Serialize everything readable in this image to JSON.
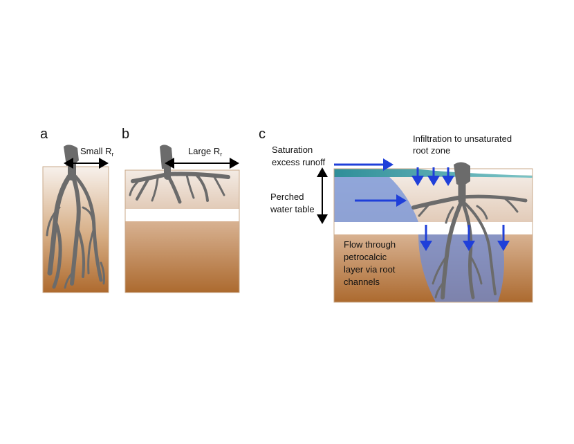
{
  "panels": {
    "a": {
      "letter": "a",
      "label_main": "Small R",
      "label_sub": "r"
    },
    "b": {
      "letter": "b",
      "label_main": "Large R",
      "label_sub": "r"
    },
    "c": {
      "letter": "c",
      "runoff_line1": "Saturation",
      "runoff_line2": "excess runoff",
      "infiltration_line1": "Infiltration to unsaturated",
      "infiltration_line2": "root zone",
      "perched_line1": "Perched",
      "perched_line2": "water table",
      "flow_line1": "Flow through",
      "flow_line2": "petrocalcic",
      "flow_line3": "layer via root",
      "flow_line4": "channels"
    }
  },
  "colors": {
    "soil_top": "#f6efe9",
    "soil_bottom": "#b06e32",
    "root": "#6b6b6b",
    "arrow_blue": "#1f3fd9",
    "runoff_teal": "#3fa0a8",
    "water_blue": "#6f8fd8"
  }
}
